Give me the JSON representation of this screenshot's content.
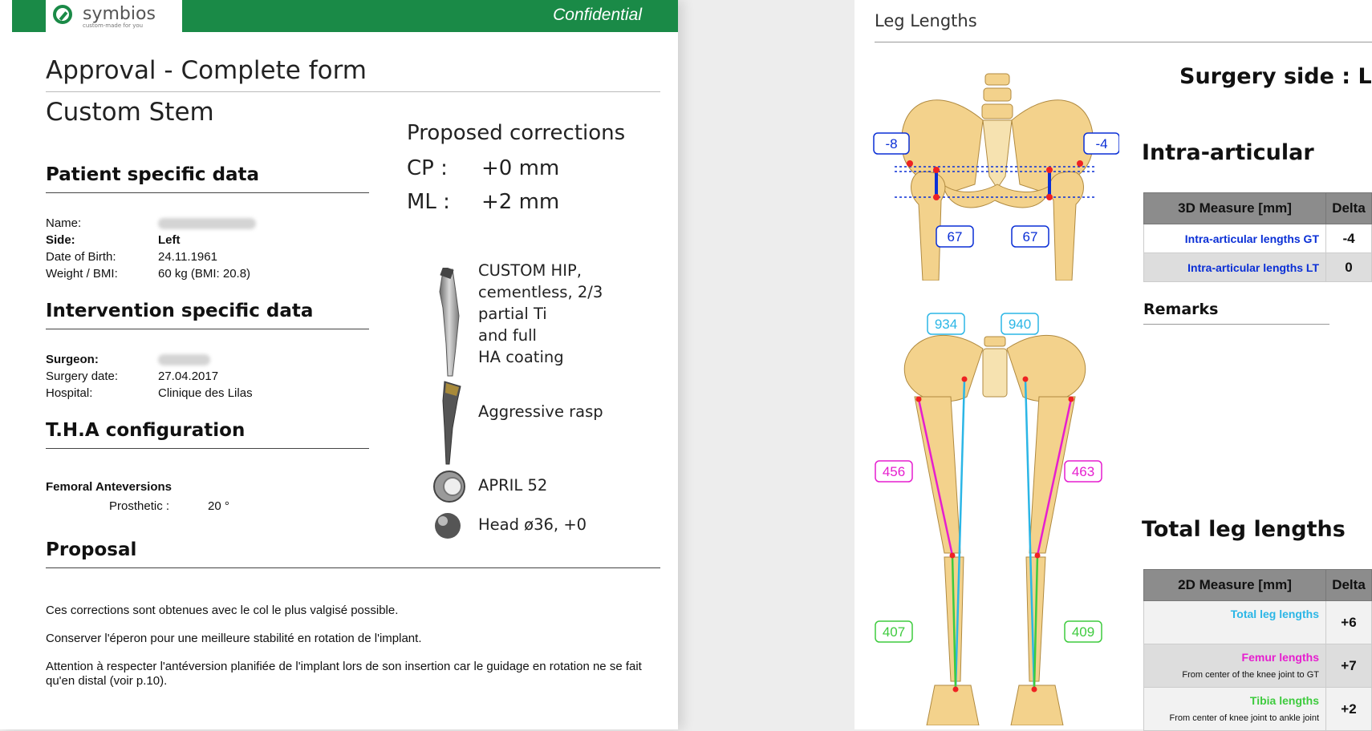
{
  "header": {
    "logo_text": "symbios",
    "logo_tagline": "custom-made for you",
    "confidential": "Confidential"
  },
  "form": {
    "title": "Approval - Complete form",
    "subtitle": "Custom Stem"
  },
  "patient": {
    "section_title": "Patient specific data",
    "name_label": "Name:",
    "side_label": "Side:",
    "side_value": "Left",
    "dob_label": "Date of Birth:",
    "dob_value": "24.11.1961",
    "weight_label": "Weight / BMI:",
    "weight_value": "60 kg (BMI: 20.8)"
  },
  "intervention": {
    "section_title": "Intervention specific data",
    "surgeon_label": "Surgeon:",
    "date_label": "Surgery date:",
    "date_value": "27.04.2017",
    "hospital_label": "Hospital:",
    "hospital_value": "Clinique des Lilas"
  },
  "tha": {
    "section_title": "T.H.A configuration",
    "anteversion_label": "Femoral Anteversions",
    "prosthetic_label": "Prosthetic :",
    "prosthetic_value": "20 °"
  },
  "corrections": {
    "title": "Proposed corrections",
    "cp_label": "CP :",
    "cp_value": "+0 mm",
    "ml_label": "ML :",
    "ml_value": "+2 mm"
  },
  "components": [
    {
      "lines": [
        "CUSTOM HIP,",
        "cementless, 2/3",
        "partial Ti",
        "and full",
        "HA coating"
      ],
      "icon": "stem-icon"
    },
    {
      "lines": [
        "Aggressive rasp"
      ],
      "icon": "rasp-icon"
    },
    {
      "lines": [
        "APRIL 52"
      ],
      "icon": "cup-icon"
    },
    {
      "lines": [
        "Head ø36, +0"
      ],
      "icon": "head-icon"
    }
  ],
  "proposal": {
    "section_title": "Proposal",
    "paragraphs": [
      "Ces corrections sont obtenues avec le col le plus valgisé possible.",
      "Conserver l'éperon pour une meilleure stabilité en rotation de l'implant.",
      "Attention à respecter l'antéversion planifiée de l'implant lors de son insertion car le guidage en rotation ne se fait qu'en distal (voir p.10)."
    ]
  },
  "leg_lengths": {
    "title": "Leg Lengths",
    "surgery_side": "Surgery side : LEFT",
    "pelvis_labels": {
      "left_top": "-8",
      "right_top": "-4",
      "left_bottom": "67",
      "right_bottom": "67"
    },
    "leg_labels": {
      "total_left": "934",
      "total_right": "940",
      "femur_left": "456",
      "femur_right": "463",
      "tibia_left": "407",
      "tibia_right": "409"
    },
    "intra": {
      "title": "Intra-articular",
      "header_measure": "3D Measure [mm]",
      "header_delta": "Delta",
      "rows": [
        {
          "label": "Intra-articular lengths GT",
          "delta": "-4"
        },
        {
          "label": "Intra-articular lengths LT",
          "delta": "0"
        }
      ]
    },
    "remarks": "Remarks",
    "total": {
      "title": "Total leg lengths",
      "header_measure": "2D Measure [mm]",
      "header_delta": "Delta",
      "rows": [
        {
          "label": "Total leg lengths",
          "sub": "",
          "delta": "+6"
        },
        {
          "label": "Femur lengths",
          "sub": "From center of the knee joint to GT",
          "delta": "+7"
        },
        {
          "label": "Tibia lengths",
          "sub": "From center of knee joint to ankle joint",
          "delta": "+2"
        }
      ]
    },
    "colors": {
      "blue": "#0a2fd6",
      "cyan": "#2bb6e6",
      "magenta": "#e61ecf",
      "green": "#3ecb3e",
      "bone": "#f3d28c"
    }
  }
}
